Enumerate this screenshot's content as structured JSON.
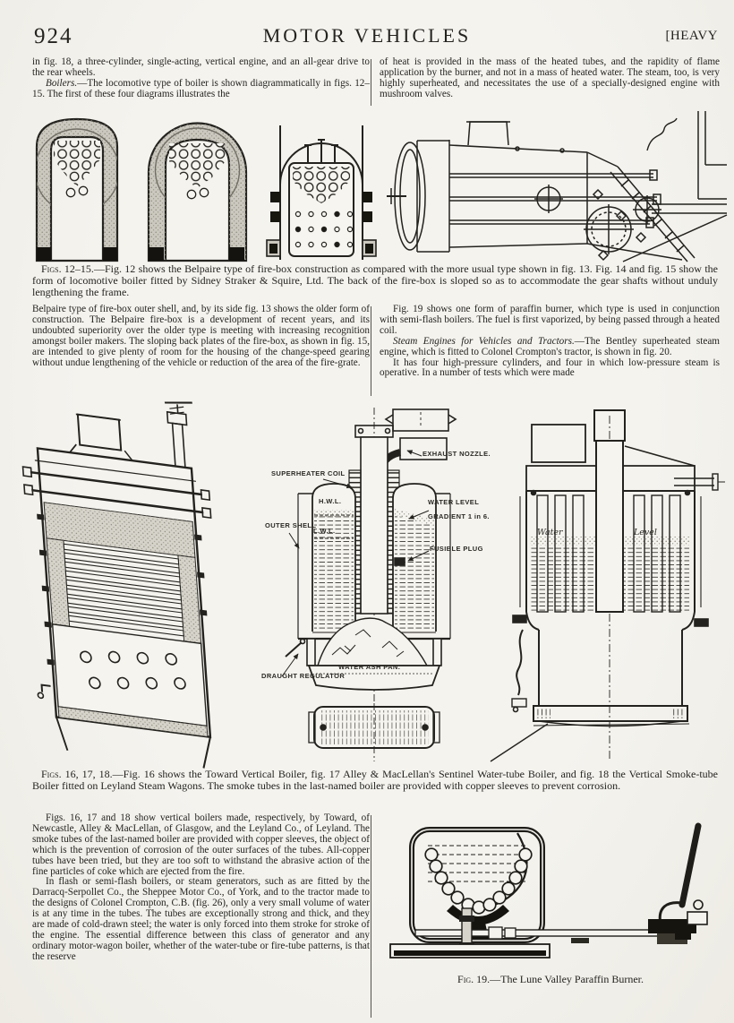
{
  "colors": {
    "paper": "#f2f1ec",
    "ink": "#242320",
    "figure_gray": "#ccc9c0"
  },
  "header": {
    "page_number": "924",
    "title": "MOTOR VEHICLES",
    "section": "[HEAVY"
  },
  "col_top": {
    "left_p1": "in fig. 18, a three-cylinder, single-acting, vertical engine, and an all-gear drive to the rear wheels.",
    "left_p2_lead": "Boilers.",
    "left_p2_rest": "—The locomotive type of boiler is shown diagrammatically in figs. 12–15.  The first of these four diagrams illustrates the",
    "right_p1": "of heat is provided in the mass of the heated tubes, and the rapidity of flame application by the burner, and not in a mass of heated water.  The steam, too, is very highly superheated, and necessitates the use of a specially-designed engine with mushroom valves."
  },
  "captions": {
    "figs_12_15_lead": "Figs. 12–15.",
    "figs_12_15_rest": "—Fig. 12 shows the Belpaire type of fire-box construction as compared with the more usual type shown in fig. 13.  Fig. 14 and fig. 15 show the form of locomotive boiler fitted by Sidney Straker & Squire, Ltd.  The back of the fire-box is sloped so as to accommodate the gear shafts without unduly lengthening the frame.",
    "figs_16_18_lead": "Figs. 16, 17, 18.",
    "figs_16_18_rest": "—Fig. 16 shows the Toward Vertical Boiler, fig. 17 Alley & MacLellan's Sentinel Water-tube Boiler, and fig. 18 the Vertical Smoke-tube Boiler fitted on Leyland Steam Wagons.  The smoke tubes in the last-named boiler are provided with copper sleeves to prevent corrosion.",
    "fig_19_lead": "Fig. 19.",
    "fig_19_rest": "—The Lune Valley Paraffin Burner."
  },
  "col_mid": {
    "left_p1": "Belpaire type of fire-box outer shell, and, by its side fig. 13 shows the older form of construction.  The Belpaire fire-box is a development of recent years, and its undoubted superiority over the older type is meeting with increasing recognition amongst boiler makers.  The sloping back plates of the fire-box, as shown in fig. 15, are intended to give plenty of room for the housing of the change-speed gearing without undue lengthening of the vehicle or reduction of the area of the fire-grate.",
    "right_p1": "Fig. 19 shows one form of paraffin burner, which type is used in conjunction with semi-flash boilers.  The fuel is first vaporized, by being passed through a heated coil.",
    "right_p2_lead": "Steam Engines for Vehicles and Tractors.",
    "right_p2_rest": "—The Bentley superheated steam engine, which is fitted to Colonel Crompton's tractor, is shown in fig. 20.",
    "right_p3": "It has four high-pressure cylinders, and four in which low-pressure steam is operative.  In a number of tests which were made"
  },
  "col_bottom": {
    "left_p1": "Figs. 16, 17 and 18 show vertical boilers made, respectively, by Toward, of Newcastle, Alley & MacLellan, of Glasgow, and the Leyland Co., of Leyland.  The smoke tubes of the last-named boiler are provided with copper sleeves, the object of which is the prevention of corrosion of the outer surfaces of the tubes.  All-copper tubes have been tried, but they are too soft to withstand the abrasive action of the fine particles of coke which are ejected from the fire.",
    "left_p2": "In flash or semi-flash boilers, or steam generators, such as are fitted by the Darracq-Serpollet Co., the Sheppee Motor Co., of York, and to the tractor made to the designs of Colonel Crompton, C.B. (fig. 26), only a very small volume of water is at any time in the tubes.  The tubes are exceptionally strong and thick, and they are made of cold-drawn steel; the water is only forced into them stroke for stroke of the engine.  The essential difference between this class of generator and any ordinary motor-wagon boiler, whether of the water-tube or fire-tube patterns, is that the reserve"
  },
  "fig17_labels": {
    "superheater_coil": "SUPERHEATER COIL",
    "exhaust_nozzle": "EXHAUST NOZZLE.",
    "hwl": "H.W.L.",
    "lwl": "L.W.L.",
    "water_level": "WATER LEVEL",
    "gradient": "GRADIENT 1 in 6.",
    "outer_shell": "OUTER SHELL",
    "fusible_plug": "FUSIBLE PLUG",
    "draught_regulator": "DRAUGHT REGULATOR",
    "water_ash_pan": "WATER ASH PAN."
  },
  "fig18_labels": {
    "water": "Water",
    "level": "Level"
  }
}
